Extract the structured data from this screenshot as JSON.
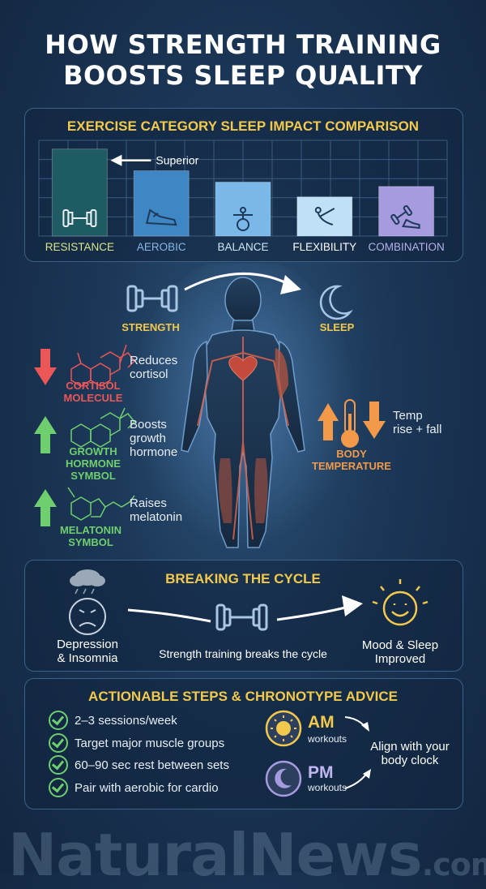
{
  "title": {
    "line1": "HOW STRENGTH TRAINING",
    "line2": "BOOSTS SLEEP QUALITY"
  },
  "chart_data": {
    "type": "bar",
    "title": "EXERCISE CATEGORY SLEEP IMPACT COMPARISON",
    "categories": [
      "RESISTANCE",
      "AEROBIC",
      "BALANCE",
      "FLEXIBILITY",
      "COMBINATION"
    ],
    "values": [
      100,
      75,
      62,
      45,
      57
    ],
    "ylim": [
      0,
      110
    ],
    "grid": true,
    "annotation": "Superior",
    "colors": [
      "#1f5b63",
      "#3f86c4",
      "#7ab8ea",
      "#bfe0f5",
      "#a79be0"
    ],
    "label_colors": [
      "#d8e58a",
      "#86b7e6",
      "#cfe6f6",
      "#ffffff",
      "#b8b0ea"
    ],
    "icons": [
      "dumbbell-icon",
      "sneaker-icon",
      "balance-ball-icon",
      "stretching-icon",
      "combination-icon"
    ]
  },
  "diagram": {
    "strength_label": "STRENGTH",
    "sleep_label": "SLEEP",
    "hormones": [
      {
        "label": "CORTISOL\nMOLECULE",
        "effect": "Reduces\ncortisol",
        "direction": "down",
        "color": "#eb5757"
      },
      {
        "label": "GROWTH\nHORMONE\nSYMBOL",
        "effect": "Boosts\ngrowth\nhormone",
        "direction": "up",
        "color": "#6fcf6f"
      },
      {
        "label": "MELATONIN\nSYMBOL",
        "effect": "Raises\nmelatonin",
        "direction": "up",
        "color": "#6fcf6f"
      }
    ],
    "body_temp": {
      "label": "BODY\nTEMPERATURE",
      "effect": "Temp\nrise + fall",
      "color": "#f2994a"
    }
  },
  "cycle": {
    "title": "BREAKING THE CYCLE",
    "left": "Depression\n& Insomnia",
    "middle": "Strength training breaks the cycle",
    "right": "Mood & Sleep\nImproved"
  },
  "steps": {
    "title": "ACTIONABLE STEPS & CHRONOTYPE ADVICE",
    "items": [
      "2–3 sessions/week",
      "Target major muscle groups",
      "60–90 sec rest between sets",
      "Pair with aerobic for cardio"
    ],
    "am": {
      "label": "AM",
      "sub": "workouts"
    },
    "pm": {
      "label": "PM",
      "sub": "workouts"
    },
    "align": "Align with your\nbody clock"
  },
  "brand": {
    "name": "NaturalNews",
    "suffix": ".com"
  },
  "colors": {
    "accent": "#f2c94c",
    "orange": "#f2994a",
    "red": "#eb5757",
    "green": "#6fcf6f"
  }
}
